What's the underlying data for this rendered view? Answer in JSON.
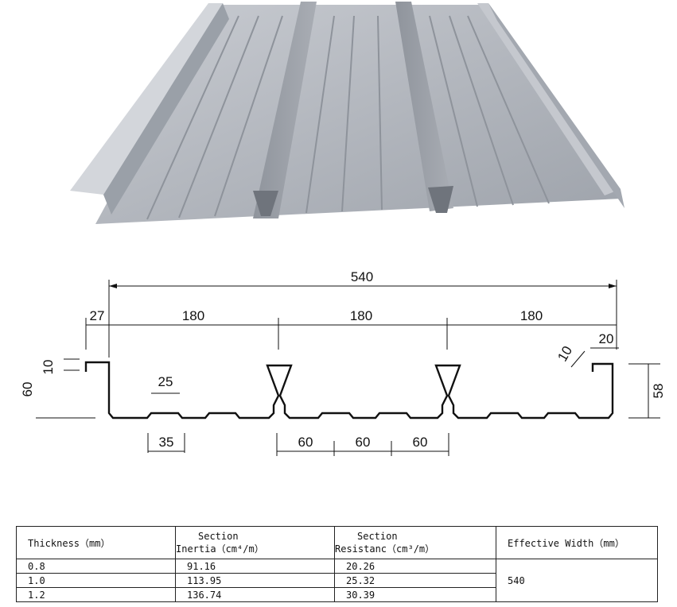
{
  "drawing": {
    "overall_width": "540",
    "edge_offset": "27",
    "pitch_1": "180",
    "pitch_2": "180",
    "pitch_3": "180",
    "right_flange": "20",
    "lip_left": "10",
    "lip_right": "10",
    "height_left": "60",
    "height_right": "58",
    "rib_top": "25",
    "rib_bottom": "35",
    "sub_1": "60",
    "sub_2": "60",
    "sub_3": "60"
  },
  "table": {
    "headers": {
      "thickness": "Thickness（mm）",
      "inertia_line1": "Section",
      "inertia_line2": "Inertia（cm⁴/m）",
      "resist_line1": "Section",
      "resist_line2": "Resistanc（cm³/m）",
      "width": "Effective Width（mm）"
    },
    "rows": [
      {
        "thickness": "0.8",
        "inertia": "91.16",
        "resistance": "20.26"
      },
      {
        "thickness": "1.0",
        "inertia": "113.95",
        "resistance": "25.32"
      },
      {
        "thickness": "1.2",
        "inertia": "136.74",
        "resistance": "30.39"
      }
    ],
    "effective_width": "540"
  }
}
